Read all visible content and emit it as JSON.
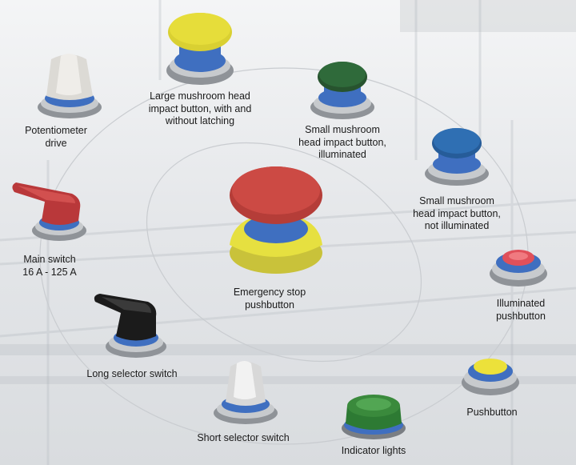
{
  "components": [
    {
      "id": "large-mushroom",
      "label": "Large mushroom head\nimpact button, with and\nwithout latching",
      "cap_color": "#e6dd3a"
    },
    {
      "id": "small-mushroom-illuminated",
      "label": "Small mushroom\nhead impact button,\nilluminated",
      "cap_color": "#2f6a3a"
    },
    {
      "id": "small-mushroom-not-illuminated",
      "label": "Small mushroom\nhead impact button,\nnot illuminated",
      "cap_color": "#2f6fb3"
    },
    {
      "id": "illuminated-pushbutton",
      "label": "Illuminated\npushbutton",
      "cap_color": "#e0505a"
    },
    {
      "id": "pushbutton",
      "label": "Pushbutton",
      "cap_color": "#ece13a"
    },
    {
      "id": "indicator-lights",
      "label": "Indicator lights",
      "cap_color": "#3a8a3c"
    },
    {
      "id": "short-selector",
      "label": "Short selector switch",
      "cap_color": "#e6e6e6"
    },
    {
      "id": "long-selector",
      "label": "Long selector switch",
      "cap_color": "#222222"
    },
    {
      "id": "main-switch",
      "label": "Main switch\n16 A - 125 A",
      "cap_color": "#c9413f"
    },
    {
      "id": "potentiometer",
      "label": "Potentiometer\ndrive",
      "cap_color": "#e8e6e2"
    },
    {
      "id": "emergency-stop",
      "label": "Emergency stop\npushbutton",
      "cap_color": "#cc4a44"
    }
  ],
  "colors": {
    "ring_blue": "#3f6fc0",
    "steel": "#9a9ea3",
    "emergency_yellow": "#e6e040"
  }
}
